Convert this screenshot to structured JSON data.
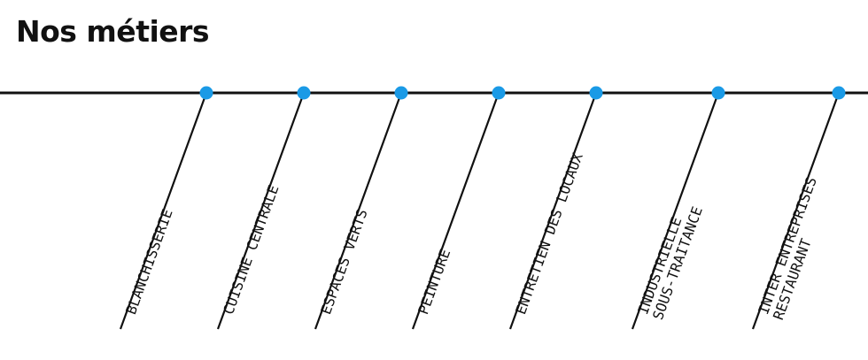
{
  "title": "Nos métiers",
  "colors": {
    "line": "#111111",
    "dot": "#1a9ae6",
    "title": "#111111",
    "text": "#111111"
  },
  "items": [
    {
      "lines": [
        "BLANCHISSERIE"
      ]
    },
    {
      "lines": [
        "CUISINE CENTRALE"
      ]
    },
    {
      "lines": [
        "ESPACES VERTS"
      ]
    },
    {
      "lines": [
        "PEINTURE"
      ]
    },
    {
      "lines": [
        "ENTRETIEN DES LOCAUX"
      ]
    },
    {
      "lines": [
        "SOUS-TRAITANCE",
        "INDUSTRIELLE"
      ]
    },
    {
      "lines": [
        "RESTAURANT",
        "INTER ENTREPRISES"
      ]
    }
  ]
}
